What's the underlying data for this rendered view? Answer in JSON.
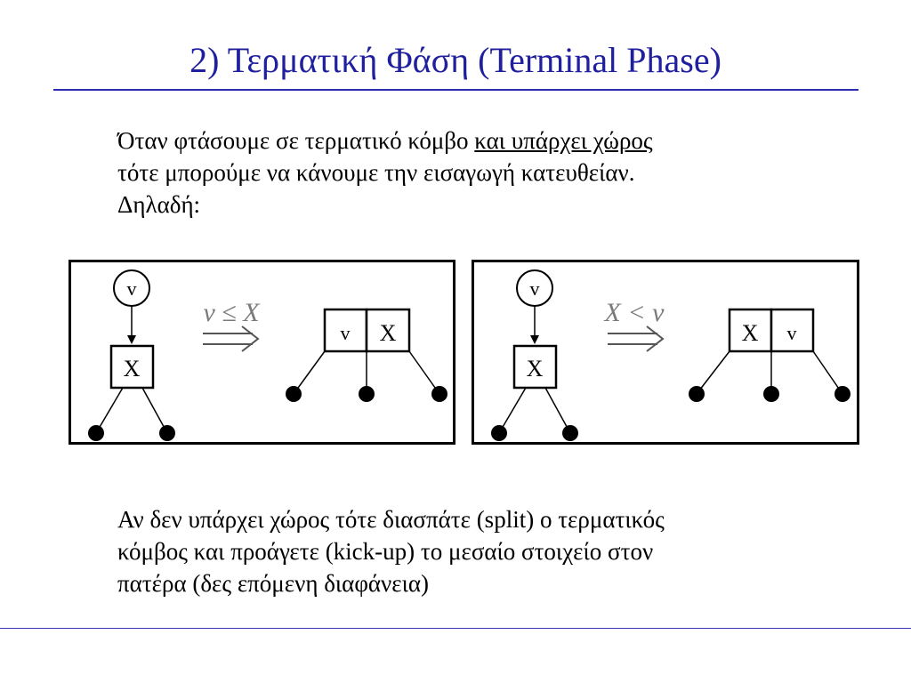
{
  "slide": {
    "title": "2) Τερματική Φάση (Terminal Phase)"
  },
  "intro": {
    "line1_text": "Όταν φτάσουμε σε τερματικό κόμβο ",
    "line1_underlined": "και υπάρχει χώρος",
    "line2": "τότε μπορούμε να κάνουμε την εισαγωγή κατευθείαν.",
    "line3": "Δηλαδή:"
  },
  "diagrams": {
    "left": {
      "new_key": "v",
      "leaf_key": "X",
      "condition": "v ≤ X",
      "result_left": "v",
      "result_right": "X"
    },
    "right": {
      "new_key": "v",
      "leaf_key": "X",
      "condition": "X < v",
      "result_left": "X",
      "result_right": "v"
    }
  },
  "outro": {
    "line1": "Αν δεν υπάρχει χώρος τότε διασπάτε (split) ο τερματικός",
    "line2": "κόμβος και προάγετε (kick-up) το μεσαίο στοιχείο στον",
    "line3": "πατέρα (δες επόμενη διαφάνεια)"
  },
  "colors": {
    "title": "#1f1f9f",
    "rule": "#2b2bb4",
    "ink": "#000000",
    "condition": "#7a7a7a"
  }
}
